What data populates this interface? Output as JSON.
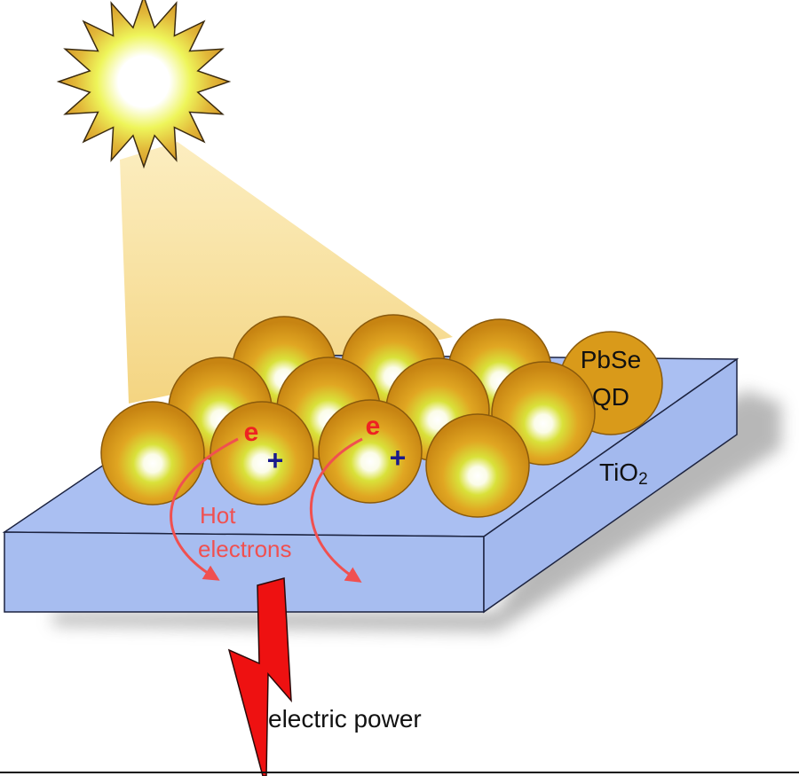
{
  "labels": {
    "qd_line1": "PbSe",
    "qd_line2": "QD",
    "substrate": "TiO",
    "substrate_subscript": "2",
    "hot_line1": "Hot",
    "hot_line2": "electrons",
    "electron": "e",
    "hole": "+",
    "power": "electric power"
  },
  "colors": {
    "sun_outer": "#d8a82a",
    "sun_core": "#ffffff",
    "sun_glow": "#e8f040",
    "light_beam": "#f7dc8a",
    "substrate_top": "#aabff2",
    "substrate_side": "#a7bdf0",
    "substrate_edge": "#1c2340",
    "quantum_dot": "#d99a1a",
    "quantum_dot_edge": "#8a5a0c",
    "electron": "#ee2222",
    "hole": "#1a1a8c",
    "arrow": "#f05050",
    "bolt": "#ee1111",
    "shadow": "#9a9a9a"
  },
  "icons": [
    "sun-icon",
    "lightning-bolt-icon"
  ]
}
